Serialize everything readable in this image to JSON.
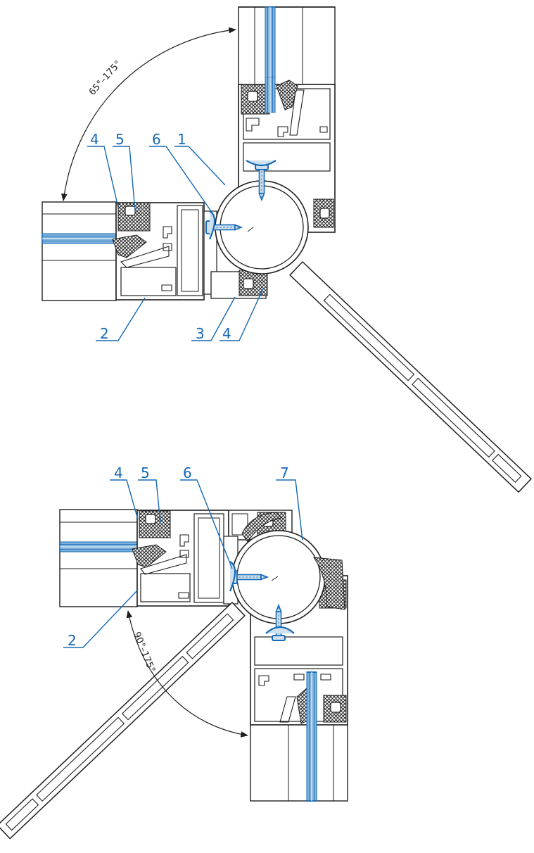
{
  "colors": {
    "line": "#1e1e1e",
    "accent": "#1669b4",
    "gasket": "#2a2a2a",
    "glass_fill": "#7eb2dc",
    "seal_fill": "#cfe0ef",
    "background": "#ffffff"
  },
  "detail_top": {
    "angle_label": "65°–175°",
    "callouts": {
      "c4a": "4",
      "c5": "5",
      "c6": "6",
      "c1": "1",
      "c2": "2",
      "c3": "3",
      "c4b": "4"
    }
  },
  "detail_bottom": {
    "angle_label": "90°–175°",
    "callouts": {
      "c4": "4",
      "c5": "5",
      "c6": "6",
      "c7": "7",
      "c2": "2"
    }
  }
}
